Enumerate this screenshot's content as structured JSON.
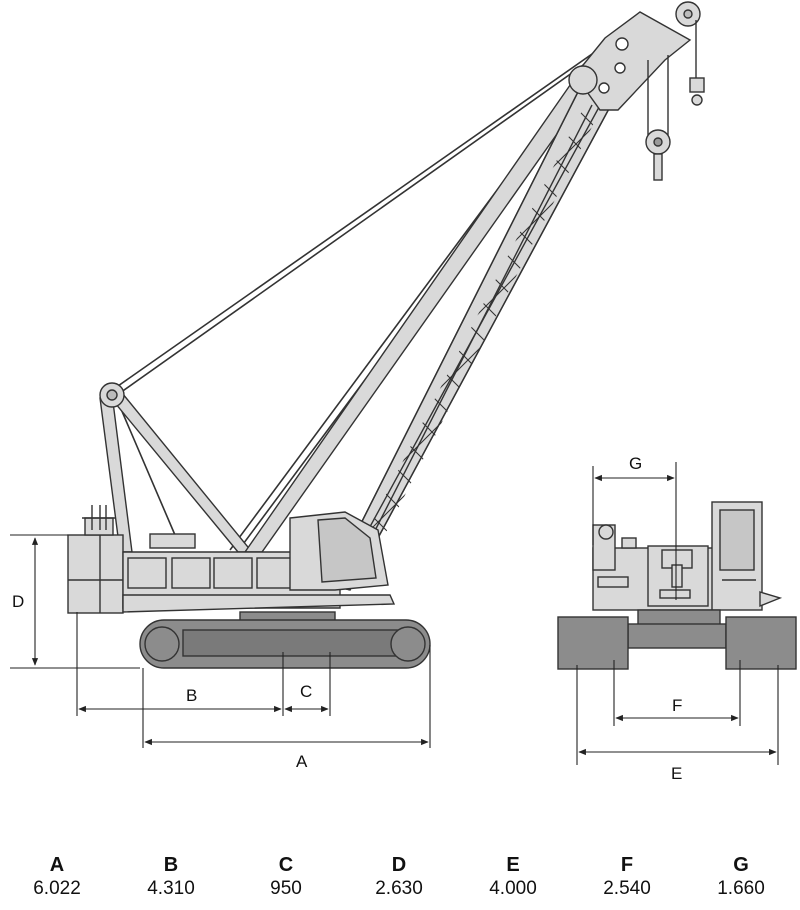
{
  "colors": {
    "body": "#d9d9d9",
    "track": "#8c8c8c",
    "trackInner": "#777777",
    "outline": "#333333",
    "line": "#222222"
  },
  "side_labels": {
    "A": "A",
    "B": "B",
    "C": "C",
    "D": "D"
  },
  "front_labels": {
    "E": "E",
    "F": "F",
    "G": "G"
  },
  "specs": [
    {
      "key": "A",
      "value": "6.022"
    },
    {
      "key": "B",
      "value": "4.310"
    },
    {
      "key": "C",
      "value": "950"
    },
    {
      "key": "D",
      "value": "2.630"
    },
    {
      "key": "E",
      "value": "4.000"
    },
    {
      "key": "F",
      "value": "2.540"
    },
    {
      "key": "G",
      "value": "1.660"
    }
  ]
}
